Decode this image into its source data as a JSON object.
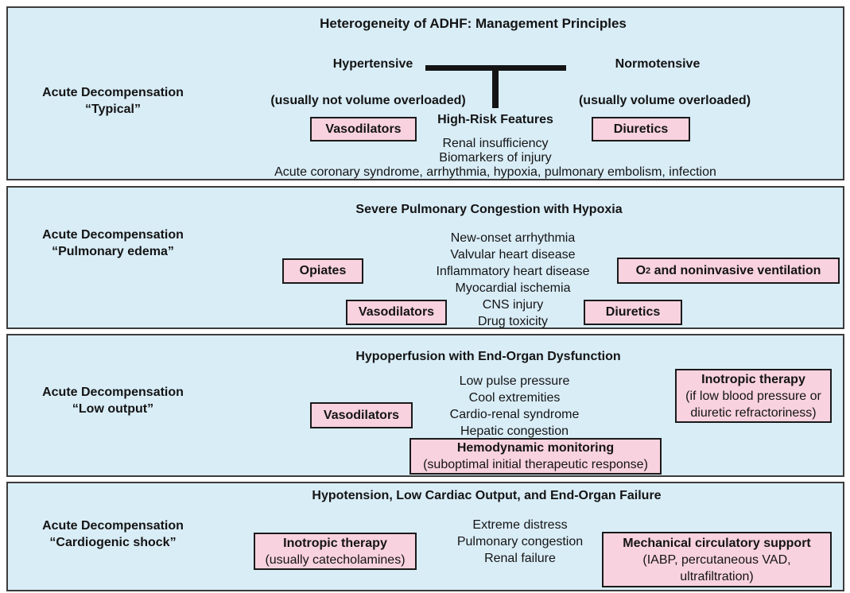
{
  "colors": {
    "panel_background": "#d9edf7",
    "treatment_box_background": "#f8d2de",
    "panel_border": "#3c3c3c",
    "box_border": "#1a1a1a",
    "text": "#141414"
  },
  "panel_typical": {
    "title": "Heterogeneity of ADHF: Management Principles",
    "side_label_line1": "Acute Decompensation",
    "side_label_line2": "“Typical”",
    "left_branch": {
      "name": "Hypertensive",
      "qualifier": "(usually not volume overloaded)",
      "treatment": "Vasodilators"
    },
    "right_branch": {
      "name": "Normotensive",
      "qualifier": "(usually volume overloaded)",
      "treatment": "Diuretics"
    },
    "high_risk": {
      "heading": "High-Risk Features",
      "line1": "Renal insufficiency",
      "line2": "Biomarkers of injury",
      "line3": "Acute coronary syndrome, arrhythmia, hypoxia, pulmonary embolism, infection"
    }
  },
  "panel_pulmonary_edema": {
    "title": "Severe Pulmonary Congestion with Hypoxia",
    "side_label_line1": "Acute Decompensation",
    "side_label_line2": "“Pulmonary edema”",
    "causes": [
      "New-onset arrhythmia",
      "Valvular heart disease",
      "Inflammatory heart disease",
      "Myocardial ischemia",
      "CNS injury",
      "Drug toxicity"
    ],
    "opiates_box": "Opiates",
    "vasodilators_box": "Vasodilators",
    "diuretics_box": "Diuretics",
    "o2_box": {
      "prefix": "O",
      "subscript": "2",
      "rest": "and noninvasive ventilation"
    }
  },
  "panel_low_output": {
    "title": "Hypoperfusion with End-Organ Dysfunction",
    "side_label_line1": "Acute Decompensation",
    "side_label_line2": "“Low output”",
    "signs": [
      "Low pulse pressure",
      "Cool extremities",
      "Cardio-renal syndrome",
      "Hepatic congestion"
    ],
    "vasodilators_box": "Vasodilators",
    "inotropic_box": {
      "title": "Inotropic therapy",
      "sub1": "(if low blood pressure or",
      "sub2": "diuretic refractoriness)"
    },
    "hemodynamic_box": {
      "title": "Hemodynamic monitoring",
      "sub": "(suboptimal initial therapeutic response)"
    }
  },
  "panel_cardiogenic_shock": {
    "title": "Hypotension, Low Cardiac Output, and End-Organ Failure",
    "side_label_line1": "Acute Decompensation",
    "side_label_line2": "“Cardiogenic shock”",
    "signs": [
      "Extreme distress",
      "Pulmonary congestion",
      "Renal failure"
    ],
    "inotropic_box": {
      "title": "Inotropic therapy",
      "sub": "(usually catecholamines)"
    },
    "mcs_box": {
      "title": "Mechanical circulatory support",
      "sub1": "(IABP, percutaneous VAD,",
      "sub2": "ultrafiltration)"
    }
  }
}
